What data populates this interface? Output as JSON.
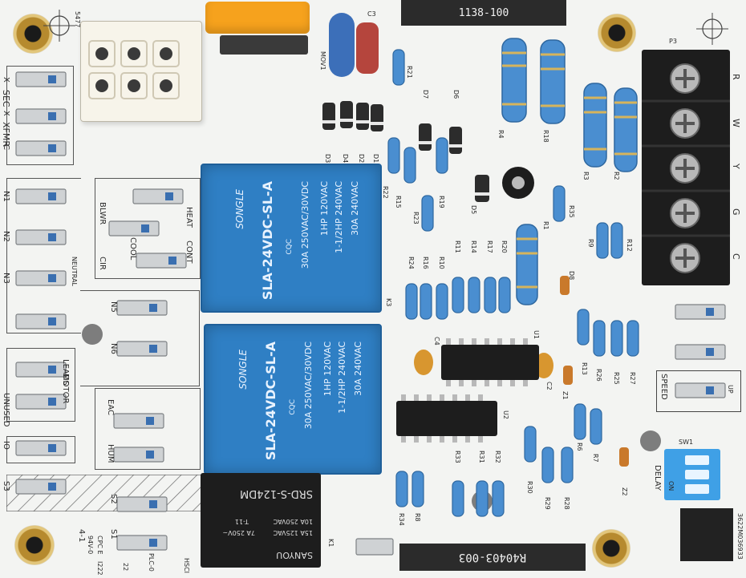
{
  "board": {
    "top_part_number": "1138-100",
    "bottom_part_number": "R40403-003",
    "code_label": "3622M036933",
    "connector_label": "5477",
    "terminal_block_label": "P3",
    "terminal_letters": [
      "R",
      "W",
      "Y",
      "G",
      "C"
    ]
  },
  "labels": {
    "sec": "SEC",
    "xfmr": "XFMR",
    "x1": "X",
    "x2": "X",
    "c": "C",
    "neutral": "NEUTRAL",
    "n1": "N1",
    "n2": "N2",
    "n3": "N3",
    "n5": "N5",
    "n6": "N6",
    "blwr": "BLWR",
    "heat": "HEAT",
    "cool": "COOL",
    "cont": "CONT",
    "cir": "CIR",
    "leads": "LEADS",
    "motor": "MOTOR",
    "unused": "UNUSED",
    "io": "IO",
    "eac": "EAC",
    "hum": "HUM",
    "s1": "S1",
    "s2": "S2",
    "s3": "S3",
    "speed": "SPEED",
    "up": "UP",
    "delay": "DELAY",
    "on": "ON",
    "sw1": "SW1",
    "k1": "K1",
    "k3": "K3",
    "movi": "MOV1",
    "c3": "C3",
    "c4": "C4",
    "c2": "C2",
    "u1": "U1",
    "u2": "U2",
    "z1": "Z1",
    "z2": "Z2",
    "d1": "D1",
    "d2": "D2",
    "d3": "D3",
    "d4": "D4",
    "d5": "D5",
    "d6": "D6",
    "d7": "D7",
    "d8": "D8",
    "r1": "R1",
    "r2": "R2",
    "r3": "R3",
    "r4": "R4",
    "r6": "R6",
    "r7": "R7",
    "r8": "R8",
    "r9": "R9",
    "r10": "R10",
    "r11": "R11",
    "r12": "R12",
    "r13": "R13",
    "r14": "R14",
    "r15": "R15",
    "r16": "R16",
    "r17": "R17",
    "r18": "R18",
    "r19": "R19",
    "r20": "R20",
    "r21": "R21",
    "r22": "R22",
    "r23": "R23",
    "r24": "R24",
    "r25": "R25",
    "r26": "R26",
    "r27": "R27",
    "r28": "R28",
    "r29": "R29",
    "r30": "R30",
    "r31": "R31",
    "r32": "R32",
    "r33": "R33",
    "r34": "R34",
    "r35": "R35",
    "marks_bottom_left": "4-1",
    "cpc_e": "CPC E",
    "v0": "94V-0",
    "i222": "I222",
    "num22": "22",
    "plc": "PLC-0",
    "hsci": "HSCI"
  },
  "relays": [
    {
      "brand": "SONGLE",
      "model": "SLA-24VDC-SL-A",
      "rating1": "30A 250VAC/30VDC",
      "rating2": "1HP 120VAC",
      "rating3": "1-1/2HP 240VAC",
      "rating4": "30A 240VAC",
      "cert": "CQC"
    },
    {
      "brand": "SONGLE",
      "model": "SLA-24VDC-SL-A",
      "rating1": "30A 250VAC/30VDC",
      "rating2": "1HP 120VAC",
      "rating3": "1-1/2HP 240VAC",
      "rating4": "30A 240VAC",
      "cert": "CQC"
    }
  ],
  "small_relay": {
    "brand": "SANYOU",
    "model": "SRD-S-124DM",
    "rating1": "15A 125VAC",
    "rating2": "10A 250VAC",
    "rating3": "7A 250V~",
    "rating4": "T-11"
  },
  "colors": {
    "board": "#f3f4f2",
    "relay_blue": "#2f7fc4",
    "resistor_blue": "#4a8ed0",
    "black_part": "#1d1d1d",
    "fuse_orange": "#f6a21d",
    "cap_red": "#b5453d",
    "cap_blue": "#3c6fb9",
    "brass": "#c59a3a",
    "tan_cap": "#d8962f"
  }
}
